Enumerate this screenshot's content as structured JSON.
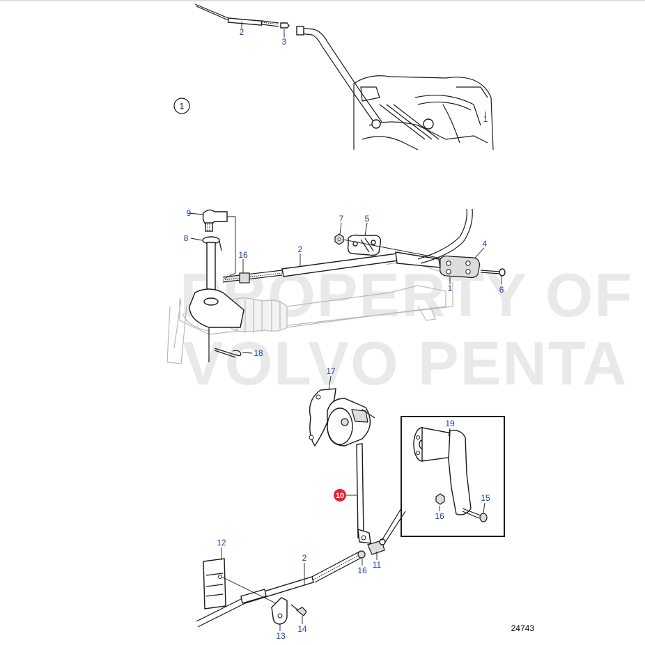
{
  "figure_id": "24743",
  "watermark": [
    "PROPERTY OF",
    "VOLVO PENTA"
  ],
  "circled_label": "1",
  "highlighted_callout": "10",
  "callouts": {
    "c2_top": "2",
    "c3_top": "3",
    "c1_top": "1",
    "c9": "9",
    "c8": "8",
    "c16_mid": "16",
    "c2_mid": "2",
    "c7": "7",
    "c5": "5",
    "c4": "4",
    "c1_mid": "1",
    "c6": "6",
    "c18": "18",
    "c17": "17",
    "c19": "19",
    "c15": "15",
    "c16_inset": "16",
    "c12": "12",
    "c2_bot": "2",
    "c16_bot": "16",
    "c11": "11",
    "c13": "13",
    "c14": "14"
  },
  "colors": {
    "callout_text": "#1a3fb0",
    "highlight": "#e8212b",
    "line": "#1a1a1a",
    "ghost": "#b9b9b9",
    "watermark": "#e9e9e9"
  }
}
